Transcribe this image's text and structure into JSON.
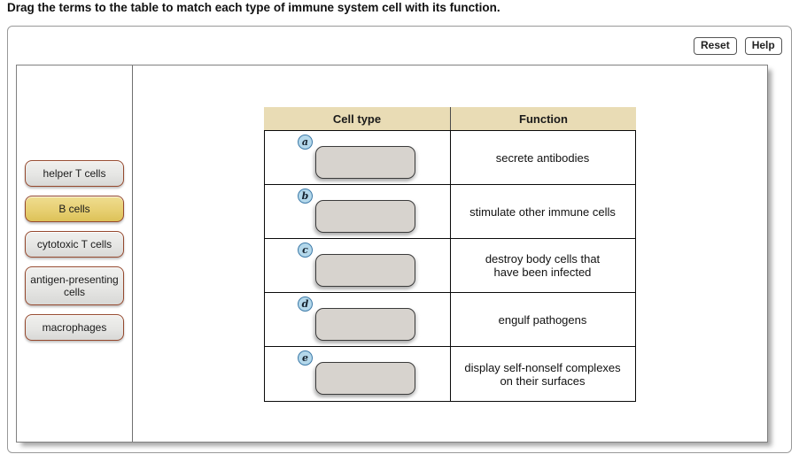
{
  "instruction": "Drag the terms to the table to match each type of immune system cell with its function.",
  "toolbar": {
    "reset_label": "Reset",
    "help_label": "Help"
  },
  "terms": [
    {
      "label": "helper T cells",
      "active": false
    },
    {
      "label": "B cells",
      "active": true
    },
    {
      "label": "cytotoxic T cells",
      "active": false
    },
    {
      "label": "antigen-presenting cells",
      "active": false
    },
    {
      "label": "macrophages",
      "active": false
    }
  ],
  "table": {
    "headers": {
      "cell_type": "Cell type",
      "function": "Function"
    },
    "rows": [
      {
        "letter": "a",
        "dropped_term": "",
        "function": "secrete antibodies"
      },
      {
        "letter": "b",
        "dropped_term": "",
        "function": "stimulate other immune cells"
      },
      {
        "letter": "c",
        "dropped_term": "",
        "function": "destroy body cells that\nhave been infected"
      },
      {
        "letter": "d",
        "dropped_term": "",
        "function": "engulf pathogens"
      },
      {
        "letter": "e",
        "dropped_term": "",
        "function": "display self-nonself complexes\non their surfaces"
      }
    ]
  },
  "colors": {
    "header_bg": "#e9dcb5",
    "chip_bg": "#e6e6e4",
    "chip_active_bg": "#e7cf72",
    "chip_border": "#95492e",
    "dropzone_bg": "#d7d3ce",
    "badge_bg": "#b4d8eb",
    "badge_border": "#3d7aa8",
    "panel_border": "#999999"
  }
}
